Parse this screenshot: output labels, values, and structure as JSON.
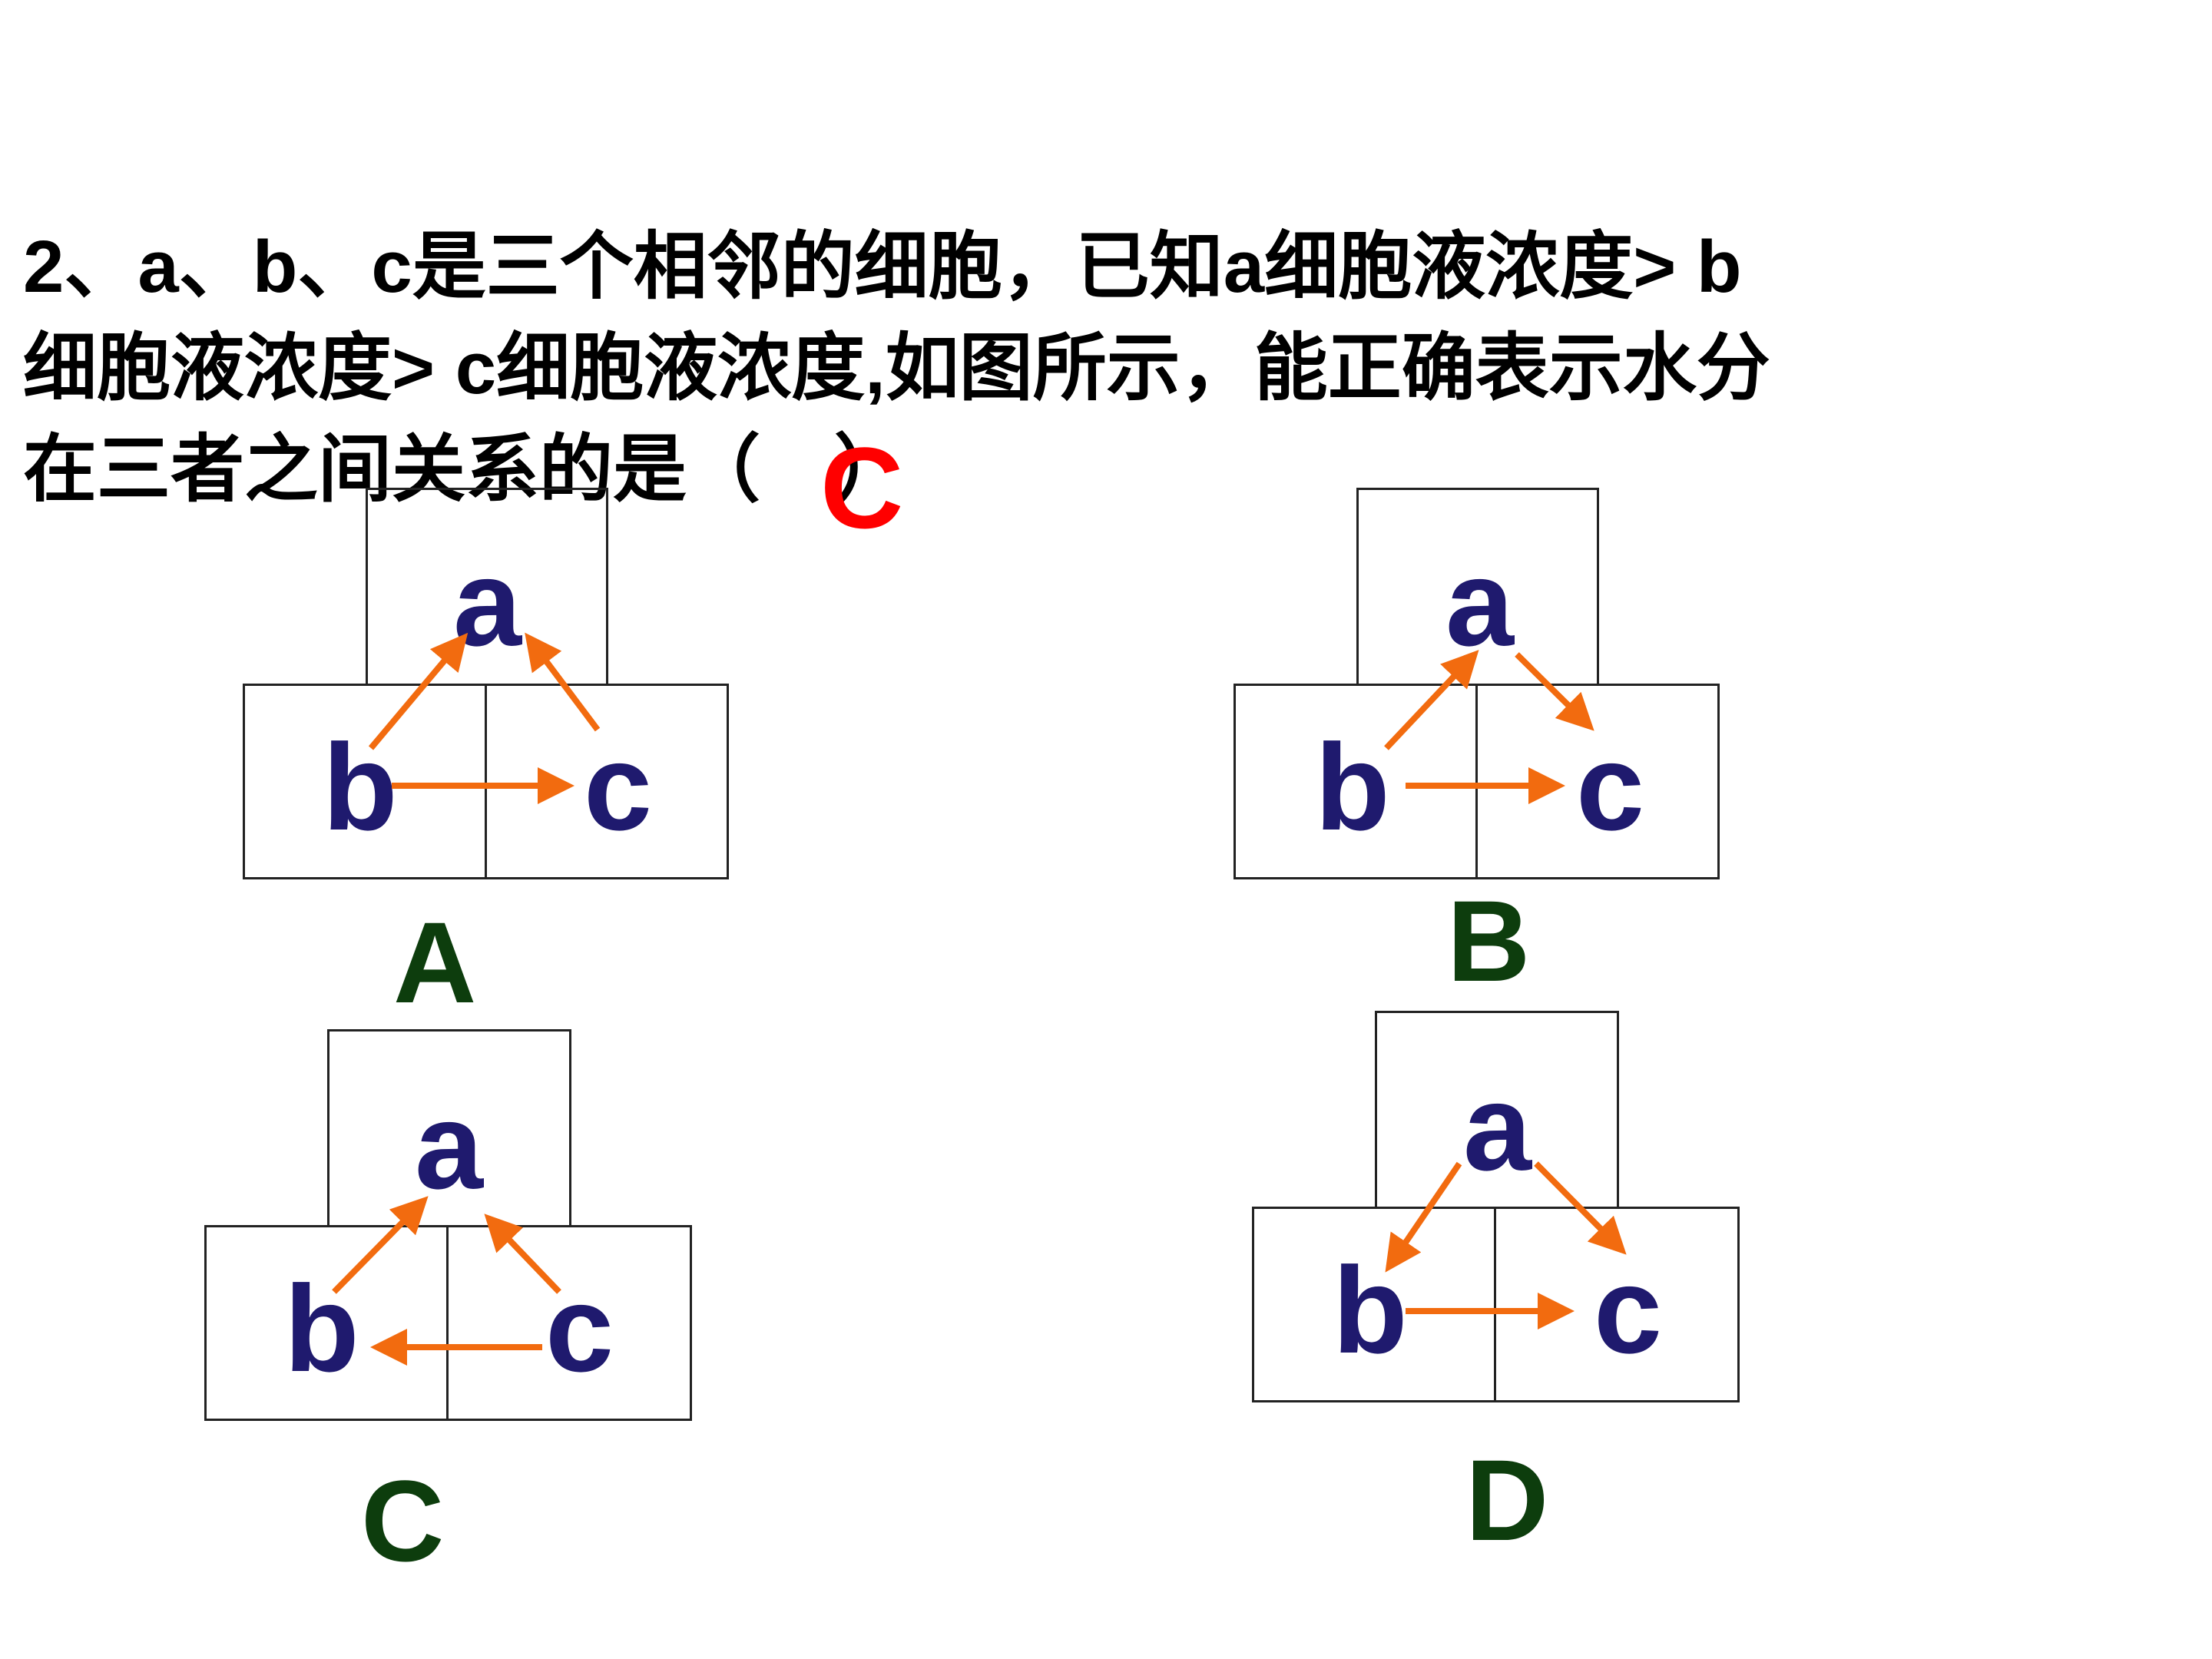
{
  "question": {
    "line1": "2、a、b、c是三个相邻的细胞，已知a细胞液浓度> b",
    "line2": "细胞液浓度> c细胞液浓度,如图所示，能正确表示水分",
    "line3": "在三者之间关系的是（　）",
    "answer": "C"
  },
  "options": [
    {
      "label": "A",
      "cells": {
        "a": "a",
        "b": "b",
        "c": "c"
      }
    },
    {
      "label": "B",
      "cells": {
        "a": "a",
        "b": "b",
        "c": "c"
      }
    },
    {
      "label": "C",
      "cells": {
        "a": "a",
        "b": "b",
        "c": "c"
      }
    },
    {
      "label": "D",
      "cells": {
        "a": "a",
        "b": "b",
        "c": "c"
      }
    }
  ],
  "colors": {
    "arrow": "#f26b0f",
    "cell_text": "#1f1a6e",
    "option_text": "#0d3d0d",
    "answer": "#ff0000"
  }
}
